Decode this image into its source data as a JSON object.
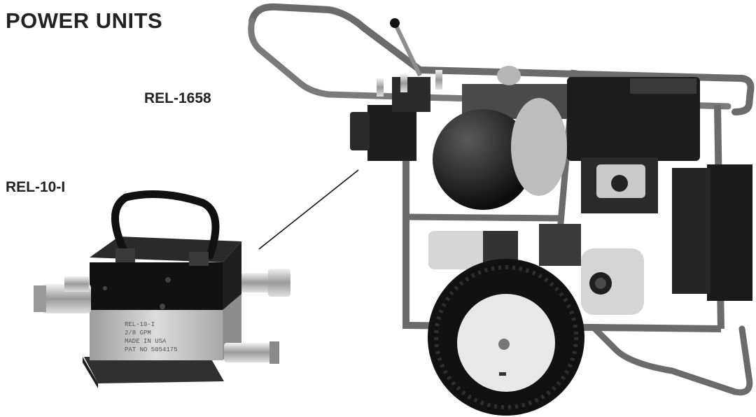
{
  "page": {
    "title": "POWER UNITS"
  },
  "labels": {
    "rel1658": "REL-1658",
    "rel10i": "REL-10-I"
  },
  "small_unit_engraving": [
    "REL-10-I",
    "2/8 GPM",
    "MADE IN USA",
    "PAT NO 5054175"
  ],
  "colors": {
    "text": "#222222",
    "frame": "#6b6b6b",
    "dark_metal": "#1a1a1a",
    "light_metal": "#cfcfcf"
  }
}
